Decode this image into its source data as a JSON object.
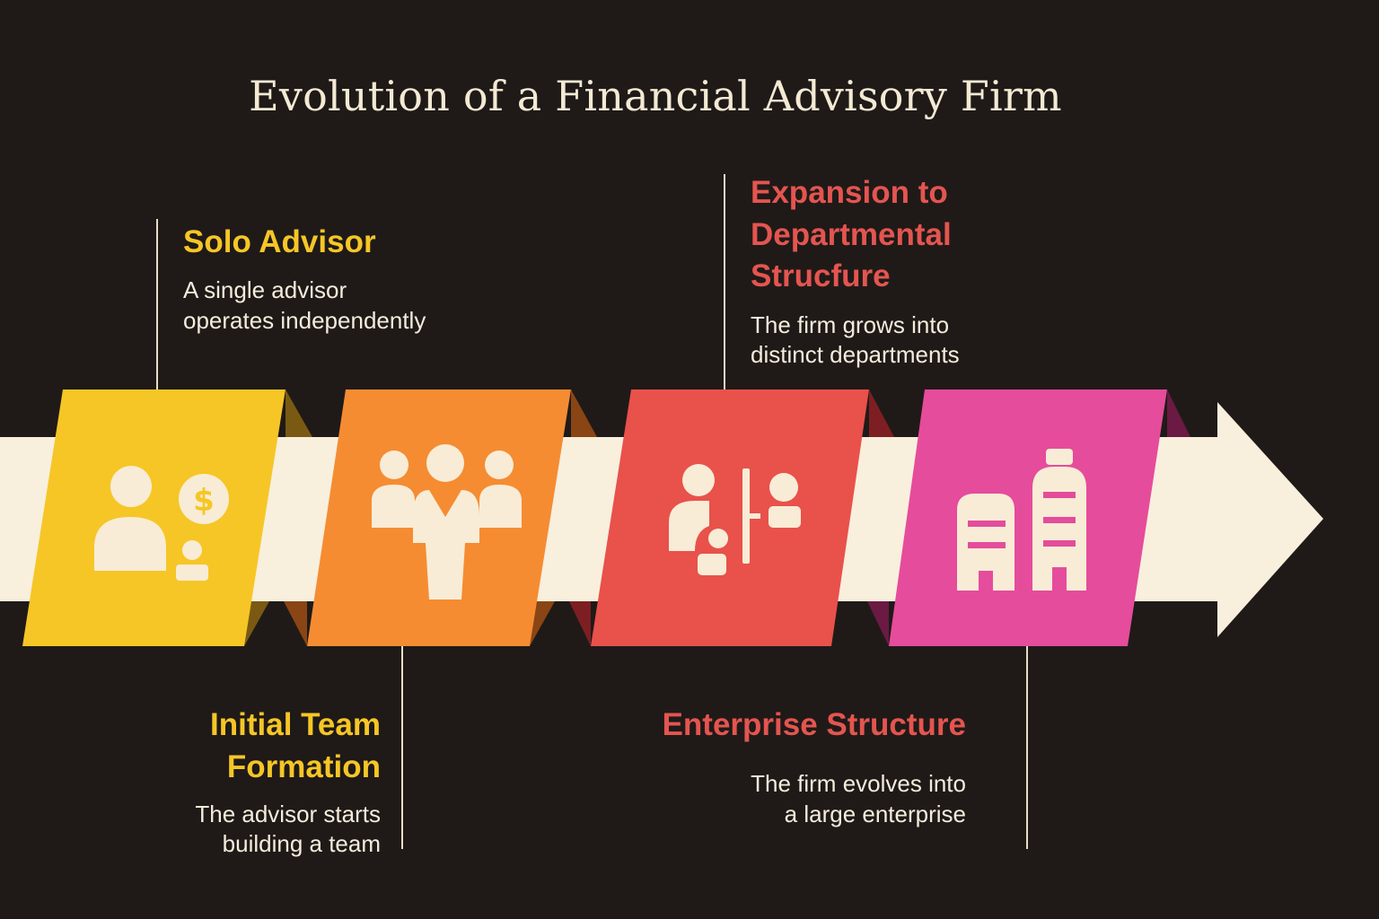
{
  "title": "Evolution of a Financial Advisory Firm",
  "colors": {
    "background": "#1f1a18",
    "arrow": "#f8efdd",
    "yellow": "#f6c626",
    "orange": "#f58c32",
    "red": "#e9514b",
    "pink": "#e54c9c",
    "title_text": "#f4ead4"
  },
  "stages": [
    {
      "title": "Solo Advisor",
      "description": [
        "A single advisor",
        "operates independently"
      ],
      "icon": "person-with-dollar-coin-icon",
      "color": "#f6c626"
    },
    {
      "title": [
        "Initial Team",
        "Formation"
      ],
      "description": [
        "The advisor starts",
        "building a team"
      ],
      "icon": "team-group-icon",
      "color": "#f58c32"
    },
    {
      "title": [
        "Expansion to",
        "Departmental",
        "Strucfure"
      ],
      "description": [
        "The firm grows into",
        "distinct departments"
      ],
      "icon": "departments-people-icon",
      "color": "#e9514b"
    },
    {
      "title": "Enterprise Structure",
      "description": [
        "The firm evolves into",
        "a large enterprise"
      ],
      "icon": "office-buildings-icon",
      "color": "#e54c9c"
    }
  ]
}
